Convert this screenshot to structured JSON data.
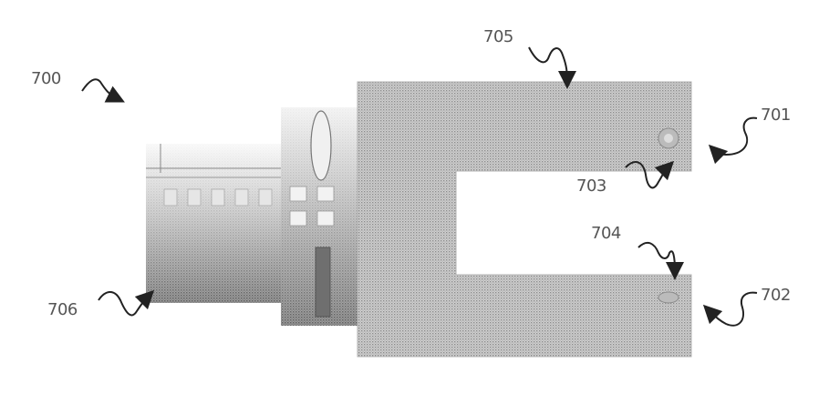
{
  "figure": {
    "labels": {
      "l700": "700",
      "l701": "701",
      "l702": "702",
      "l703": "703",
      "l704": "704",
      "l705": "705",
      "l706": "706"
    },
    "colors": {
      "stipple_dark": "#8f8f8f",
      "stipple_light": "#d7d7d7",
      "line": "#6a6a6a",
      "arrow": "#222222"
    }
  }
}
